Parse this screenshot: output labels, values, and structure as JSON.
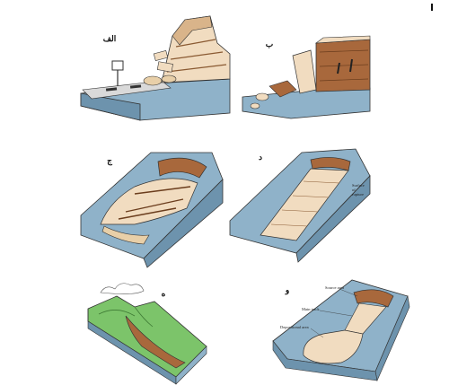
{
  "panels": [
    {
      "id": "a",
      "label": "الف"
    },
    {
      "id": "b",
      "label": "ب"
    },
    {
      "id": "c",
      "label": "ج"
    },
    {
      "id": "d",
      "label": "د"
    },
    {
      "id": "e",
      "label": "ه"
    },
    {
      "id": "f",
      "label": "و"
    }
  ],
  "annotations": {
    "surface_of_rupture_1": "Surface",
    "surface_of_rupture_2": "of",
    "surface_of_rupture_3": "rupture",
    "source_area": "Source area",
    "main_track": "Main track",
    "depositional_area": "Depositional area"
  },
  "colors": {
    "slope_blue": "#8fb2c9",
    "slope_blue_dark": "#6d93ad",
    "rock_tan": "#f1dcc0",
    "rock_brown": "#a8683c",
    "grass_green": "#7cc46a",
    "road_dark": "#333333"
  }
}
